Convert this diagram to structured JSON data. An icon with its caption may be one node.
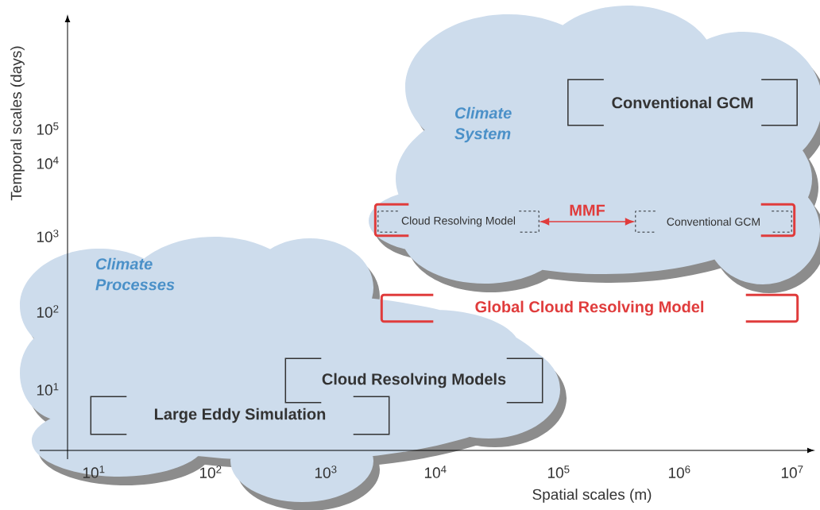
{
  "diagram": {
    "nodes": [
      {
        "text": [
          "Climate Processes"
        ]
      },
      {
        "text": [
          "Climate System"
        ]
      },
      {
        "text": [
          "Conventional GCM"
        ],
        "in": 1
      },
      {
        "text": [],
        "shape": "box",
        "in": 1
      },
      {
        "text": [
          "Cloud Resolving Model"
        ],
        "in": 3
      },
      {
        "text": [
          "Conventional GCM"
        ],
        "in": 3
      },
      {
        "text": [
          "Global Cloud Resolving Model"
        ]
      },
      {
        "text": [
          "Cloud Resolving Models"
        ],
        "in": 0
      },
      {
        "text": [
          "Large Eddy Simulation"
        ],
        "in": 0
      }
    ],
    "edges": [
      {
        "from": 4,
        "to": 5,
        "arrow": "both",
        "label": "MMF",
        "color": "#e03c3c"
      }
    ],
    "labels": [
      "Temporal scales (days)",
      "10$^{5}$",
      "10$^{4}$",
      "10$^{3}$",
      "10$^{2}$",
      "10$^{1}$",
      "10$^{1}$",
      "10$^{2}$",
      "10$^{3}$",
      "10$^{4}$",
      "10$^{5}$",
      "10$^{6}$",
      "10$^{7}$",
      "Spatial scales (m)"
    ]
  }
}
